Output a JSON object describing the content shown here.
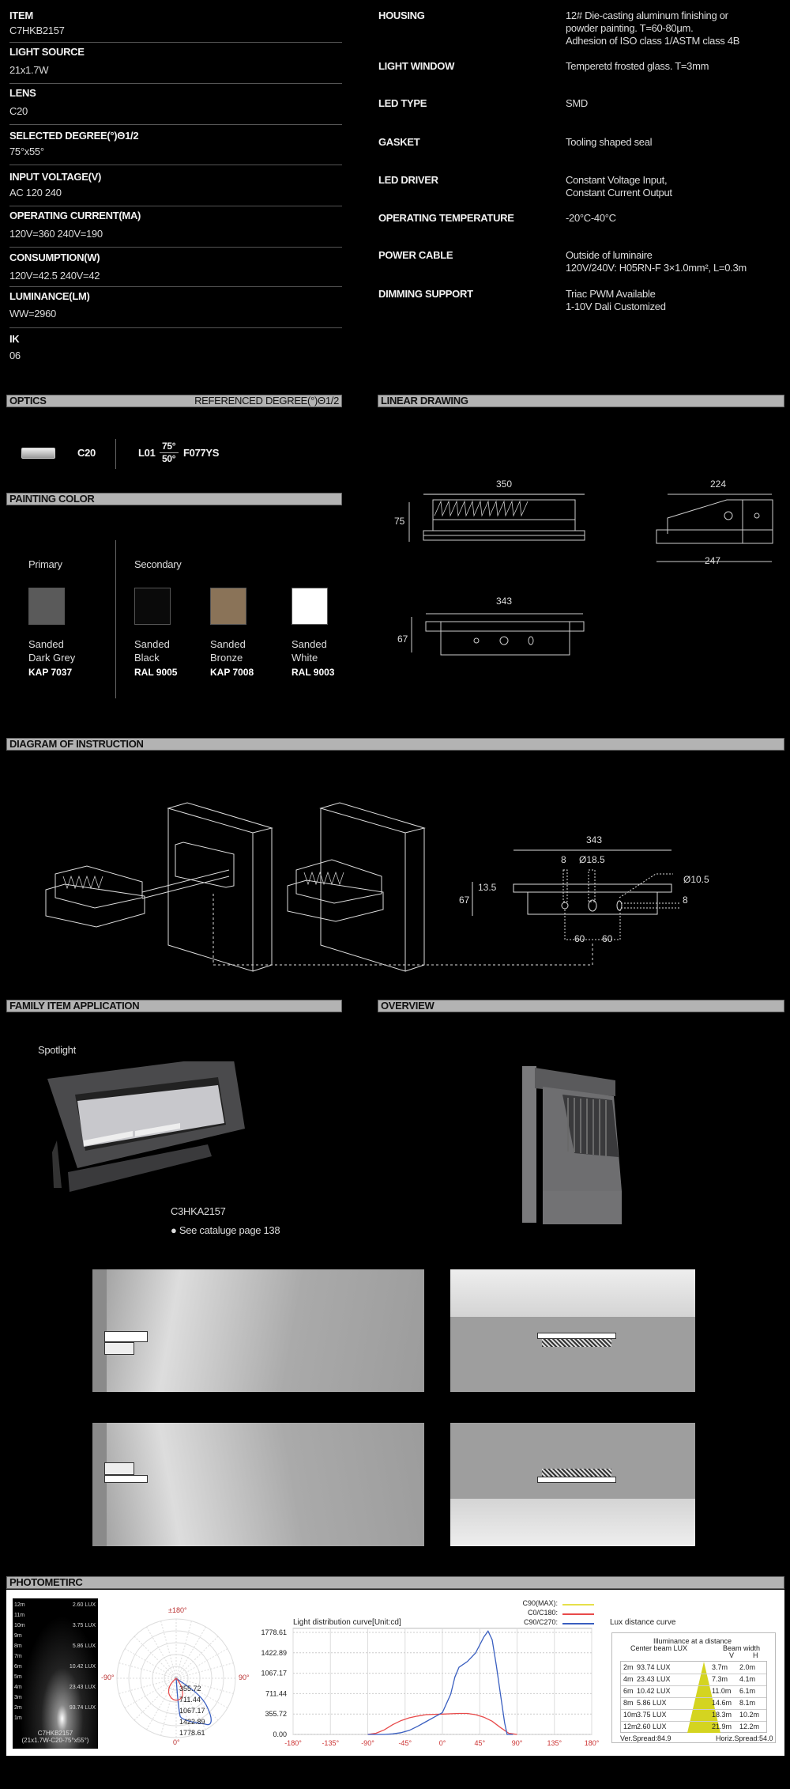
{
  "specs_left": [
    {
      "label": "ITEM",
      "value": "C7HKB2157"
    },
    {
      "label": "LIGHT SOURCE",
      "value": "21x1.7W"
    },
    {
      "label": "LENS",
      "value": "C20"
    },
    {
      "label": "SELECTED DEGREE(°)Θ1/2",
      "value": "75°x55°"
    },
    {
      "label": "INPUT VOLTAGE(V)",
      "value": "AC 120   240"
    },
    {
      "label": "OPERATING CURRENT(MA)",
      "value": "120V=360   240V=190"
    },
    {
      "label": "CONSUMPTION(W)",
      "value": "120V=42.5   240V=42"
    },
    {
      "label": "LUMINANCE(LM)",
      "value": "WW=2960"
    },
    {
      "label": "IK",
      "value": "06"
    }
  ],
  "specs_right": [
    {
      "label": "HOUSING",
      "lines": [
        "12# Die-casting aluminum finishing or",
        "powder painting. T=60-80μm.",
        "Adhesion of ISO class 1/ASTM class 4B"
      ]
    },
    {
      "label": "LIGHT WINDOW",
      "lines": [
        "Temperetd frosted glass. T=3mm"
      ]
    },
    {
      "label": "LED TYPE",
      "lines": [
        "SMD"
      ]
    },
    {
      "label": "GASKET",
      "lines": [
        "Tooling shaped seal"
      ]
    },
    {
      "label": "LED DRIVER",
      "lines": [
        "Constant Voltage Input,",
        "Constant Current Output"
      ]
    },
    {
      "label": "OPERATING TEMPERATURE",
      "lines": [
        "-20°C-40°C"
      ]
    },
    {
      "label": "POWER CABLE",
      "lines": [
        "Outside of luminaire",
        "120V/240V: H05RN-F 3×1.0mm², L=0.3m"
      ]
    },
    {
      "label": "DIMMING SUPPORT",
      "lines": [
        "Triac  PWM  Available",
        "1-10V  Dali  Customized"
      ]
    }
  ],
  "sections": {
    "optics": "OPTICS",
    "optics_right": "REFERENCED DEGREE(°)Θ1/2",
    "linear": "LINEAR DRAWING",
    "painting": "PAINTING COLOR",
    "diagram": "DIAGRAM OF INSTRUCTION",
    "family": "FAMILY ITEM APPLICATION",
    "overview": "OVERVIEW",
    "photometric": "PHOTOMETIRC"
  },
  "optics": {
    "lens": "C20",
    "code": "L01",
    "deg_top": "75°",
    "deg_bottom": "50°",
    "suffix": "F077YS"
  },
  "painting": {
    "primary_label": "Primary",
    "secondary_label": "Secondary",
    "colors": [
      {
        "line1": "Sanded",
        "line2": "Dark Grey",
        "code": "KAP 7037",
        "hex": "#5a5a5a"
      },
      {
        "line1": "Sanded",
        "line2": "Black",
        "code": "RAL 9005",
        "hex": "#0a0a0a"
      },
      {
        "line1": "Sanded",
        "line2": "Bronze",
        "code": "KAP 7008",
        "hex": "#8a7358"
      },
      {
        "line1": "Sanded",
        "line2": "White",
        "code": "RAL 9003",
        "hex": "#ffffff"
      }
    ]
  },
  "linear": {
    "front_width": "350",
    "front_height": "75",
    "side_top": "224",
    "side_bottom": "247",
    "bracket_width": "343",
    "bracket_height": "67"
  },
  "instruction": {
    "width": "343",
    "hole1": "8",
    "hole2": "Ø18.5",
    "hole3": "Ø10.5",
    "slot": "8",
    "offset": "13.5",
    "height": "67",
    "spacing1": "60",
    "spacing2": "60"
  },
  "family": {
    "type": "Spotlight",
    "item": "C3HKA2157",
    "note": "● See cataluge page 138"
  },
  "photometric": {
    "lux_image": {
      "rows": [
        {
          "d": "12m",
          "lux": "2.60 LUX"
        },
        {
          "d": "11m",
          "lux": ""
        },
        {
          "d": "10m",
          "lux": "3.75 LUX"
        },
        {
          "d": "9m",
          "lux": ""
        },
        {
          "d": "8m",
          "lux": "5.86 LUX"
        },
        {
          "d": "7m",
          "lux": ""
        },
        {
          "d": "6m",
          "lux": "10.42 LUX"
        },
        {
          "d": "5m",
          "lux": ""
        },
        {
          "d": "4m",
          "lux": "23.43 LUX"
        },
        {
          "d": "3m",
          "lux": ""
        },
        {
          "d": "2m",
          "lux": "93.74 LUX"
        },
        {
          "d": "1m",
          "lux": ""
        }
      ],
      "caption1": "C7HKB2157",
      "caption2": "(21x1.7W-C20-75°x55°)"
    },
    "polar": {
      "top": "±180°",
      "left": "-90°",
      "right": "90°",
      "bottom": "0°",
      "rings": [
        "355.72",
        "711.44",
        "1067.17",
        "1422.89",
        "1778.61"
      ]
    },
    "legend": [
      {
        "name": "C90(MAX):",
        "color": "#e6e04a"
      },
      {
        "name": "C0/C180:",
        "color": "#e84a4a"
      },
      {
        "name": "C90/C270:",
        "color": "#3a5fc0"
      }
    ],
    "lux_title": "Lux distance curve",
    "table": {
      "title": "Illuminance at a distance",
      "col1": "Center beam LUX",
      "col2": "Beam width",
      "v": "V",
      "h": "H",
      "rows": [
        [
          "2m",
          "93.74 LUX",
          "3.7m",
          "2.0m"
        ],
        [
          "4m",
          "23.43 LUX",
          "7.3m",
          "4.1m"
        ],
        [
          "6m",
          "10.42 LUX",
          "11.0m",
          "6.1m"
        ],
        [
          "8m",
          "5.86 LUX",
          "14.6m",
          "8.1m"
        ],
        [
          "10m",
          "3.75 LUX",
          "18.3m",
          "10.2m"
        ],
        [
          "12m",
          "2.60 LUX",
          "21.9m",
          "12.2m"
        ]
      ],
      "ver": "Ver.Spread:84.9",
      "hor": "Horiz.Spread:54.0"
    }
  },
  "chart_data": {
    "type": "line",
    "title": "Light distribution curve[Unit:cd]",
    "xlabel": "",
    "ylabel": "",
    "xlim": [
      -180,
      180
    ],
    "ylim": [
      0,
      1778.61
    ],
    "x_ticks": [
      "-180°",
      "-135°",
      "-90°",
      "-45°",
      "0°",
      "45°",
      "90°",
      "135°",
      "180°"
    ],
    "y_ticks": [
      "1778.61",
      "1422.89",
      "1067.17",
      "711.44",
      "355.72",
      "0.00"
    ],
    "series": [
      {
        "name": "C0/C180",
        "color": "#e84a4a",
        "x": [
          -90,
          -80,
          -70,
          -60,
          -50,
          -40,
          -30,
          -20,
          -10,
          0,
          10,
          20,
          30,
          40,
          50,
          60,
          70,
          80,
          90
        ],
        "y": [
          0,
          20,
          80,
          170,
          240,
          290,
          320,
          345,
          350,
          355,
          360,
          365,
          365,
          345,
          300,
          230,
          120,
          20,
          0
        ]
      },
      {
        "name": "C90/C270",
        "color": "#3a5fc0",
        "x": [
          -90,
          -70,
          -60,
          -50,
          -40,
          -30,
          -20,
          -10,
          0,
          10,
          15,
          20,
          30,
          40,
          50,
          55,
          60,
          65,
          70,
          75,
          78,
          85
        ],
        "y": [
          0,
          0,
          10,
          30,
          70,
          140,
          220,
          300,
          380,
          700,
          1000,
          1170,
          1270,
          1420,
          1700,
          1800,
          1650,
          1200,
          700,
          200,
          0,
          0
        ]
      }
    ],
    "legend": "top-right",
    "grid": true
  }
}
